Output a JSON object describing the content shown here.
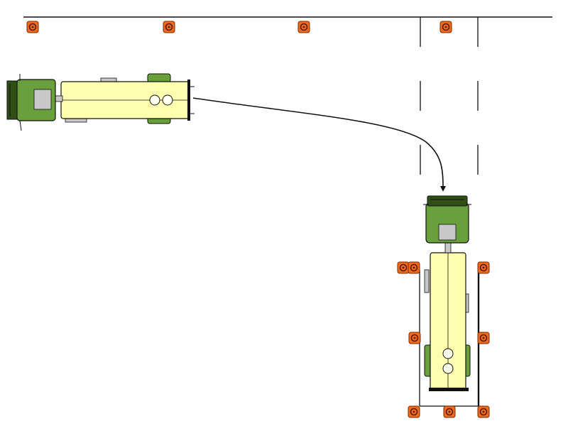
{
  "colors": {
    "background": "#ffffff",
    "line": "#111111",
    "cone_fill": "#f26a1b",
    "cone_ring": "#5a1a00",
    "trailer_fill": "#ffffb0",
    "cab_fill": "#6aa03c",
    "cab_dark": "#2f4f14",
    "fitting_gray": "#c8c8c8"
  },
  "icons": {
    "cone": "traffic-cone-icon",
    "path_arrowhead": "arrowhead-icon"
  },
  "scene": {
    "start_vehicle": "tractor-trailer-start",
    "end_vehicle": "tractor-trailer-parked",
    "maneuver": "path-curve"
  }
}
